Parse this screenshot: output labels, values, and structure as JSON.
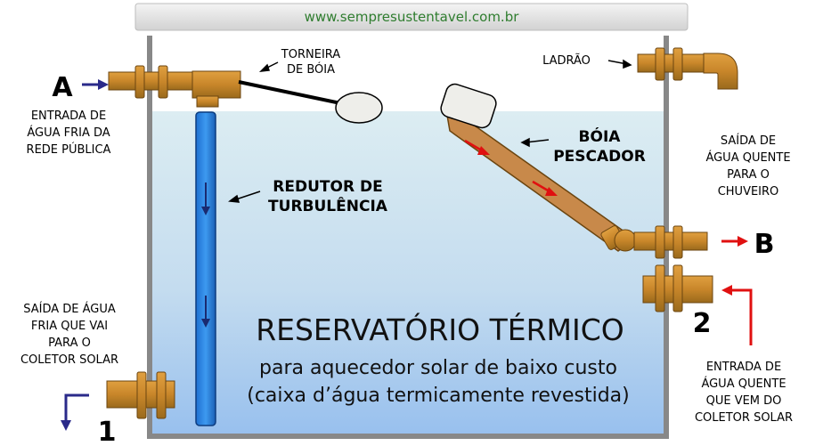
{
  "url": "www.sempresustentavel.com.br",
  "title": "RESERVATÓRIO TÉRMICO",
  "subtitle_1": "para aquecedor solar de baixo custo",
  "subtitle_2": "(caixa d’água termicamente revestida)",
  "labels": {
    "torneira_1": "TORNEIRA",
    "torneira_2": "DE BÓIA",
    "ladrao": "LADRÃO",
    "boia_1": "BÓIA",
    "boia_2": "PESCADOR",
    "redutor_1": "REDUTOR DE",
    "redutor_2": "TURBULÊNCIA",
    "entrada_fria_1": "ENTRADA DE",
    "entrada_fria_2": "ÁGUA FRIA DA",
    "entrada_fria_3": "REDE PÚBLICA",
    "saida_quente_1": "SAÍDA DE",
    "saida_quente_2": "ÁGUA QUENTE",
    "saida_quente_3": "PARA O",
    "saida_quente_4": "CHUVEIRO",
    "saida_fria_1": "SAÍDA DE ÁGUA",
    "saida_fria_2": "FRIA QUE VAI",
    "saida_fria_3": "PARA O",
    "saida_fria_4": "COLETOR SOLAR",
    "entrada_quente_1": "ENTRADA DE",
    "entrada_quente_2": "ÁGUA QUENTE",
    "entrada_quente_3": "QUE VEM DO",
    "entrada_quente_4": "COLETOR SOLAR"
  },
  "markers": {
    "a": "A",
    "b": "B",
    "one": "1",
    "two": "2"
  },
  "colors": {
    "pipe": "#c8862a",
    "pipe_dark": "#8a5a14",
    "water_top": "#d8ecf2",
    "water_bottom": "#9dc4ee",
    "tank_wall": "#8a8a8a",
    "cold_arrow": "#2a2a8a",
    "hot_arrow": "#e01010"
  }
}
